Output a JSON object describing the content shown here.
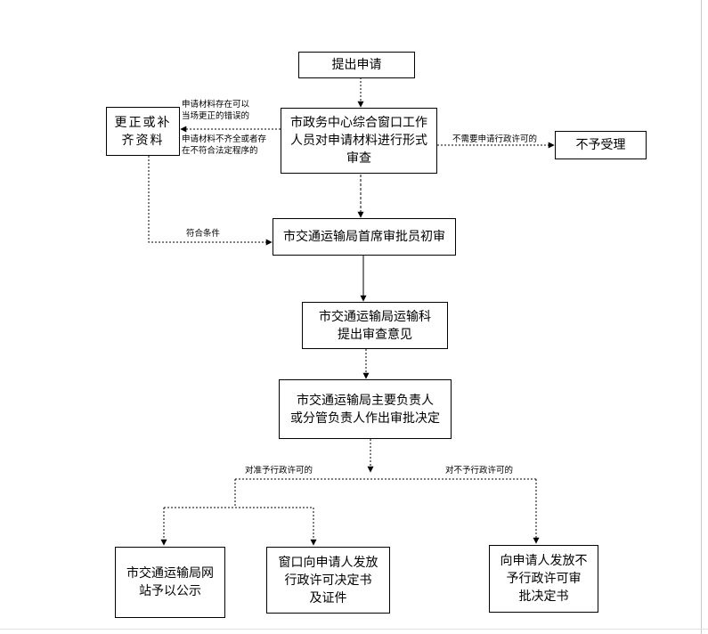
{
  "boxes": {
    "apply": "提出申请",
    "correct": "更正或补\n齐资料",
    "center_review": "市政务中心综合窗口工作\n人员对申请材料进行形式\n审查",
    "reject": "不予受理",
    "first_review": "市交通运输局首席审批员初审",
    "section_opinion": "市交通运输局运输科\n提出审查意见",
    "decision": "市交通运输局主要负责人\n或分管负责人作出审批决定",
    "publish": "市交通运输局网\n站予以公示",
    "issue_permit": "窗口向申请人发放\n行政许可决定书\n及证件",
    "issue_denial": "向申请人发放不\n予行政许可审\n批决定书"
  },
  "labels": {
    "correctable": "申请材料存在可以\n当场更正的错误的",
    "incomplete": "申请材料不齐全或者存\n在不符合法定程序的",
    "not_required": "不需要申请行政许可的",
    "qualified": "符合条件",
    "approve": "对准予行政许可的",
    "deny": "对不予行政许可的"
  }
}
